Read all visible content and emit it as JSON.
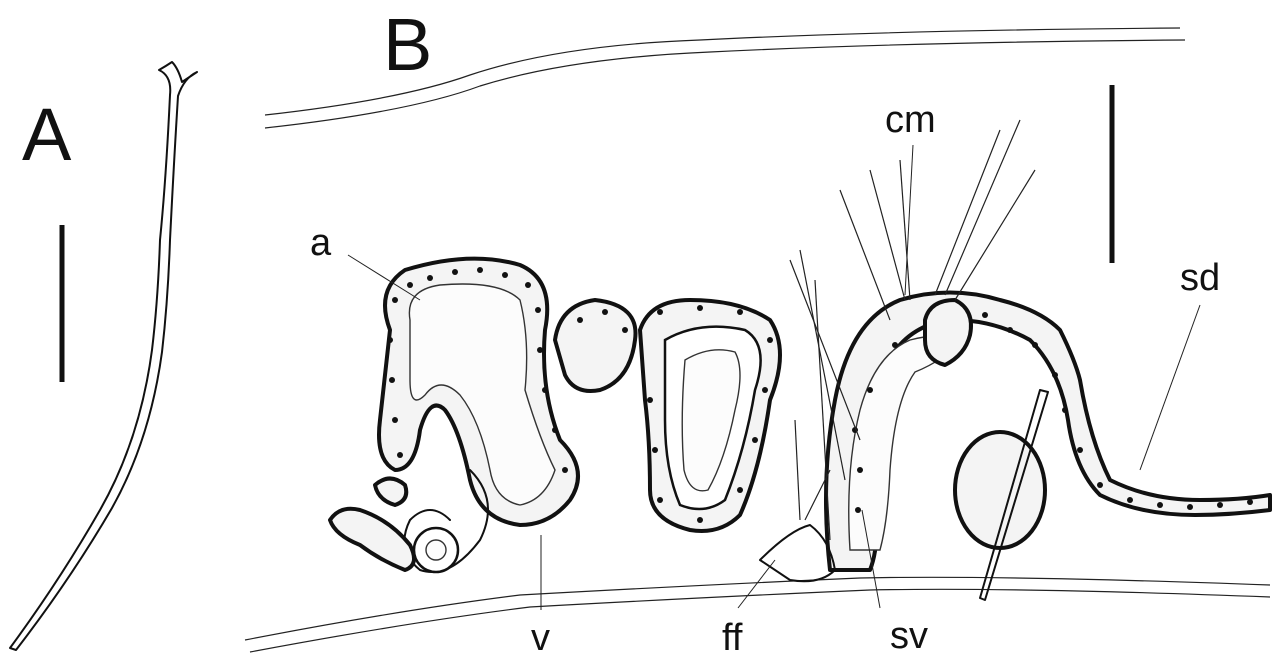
{
  "panels": {
    "a": "A",
    "b": "B"
  },
  "labels": {
    "a": "a",
    "cm": "cm",
    "sd": "sd",
    "v": "v",
    "ff": "ff",
    "sv": "sv"
  },
  "colors": {
    "ink": "#111111",
    "paper": "#ffffff"
  }
}
